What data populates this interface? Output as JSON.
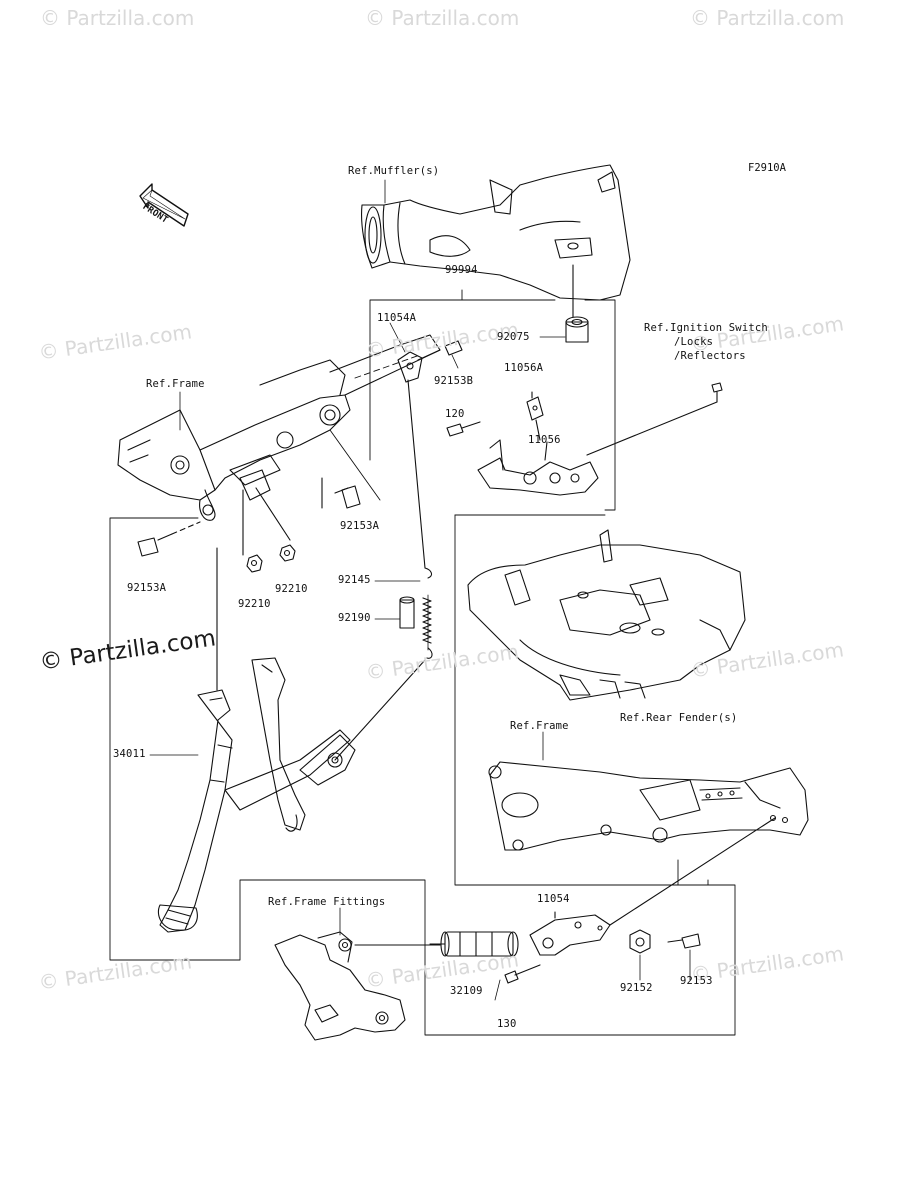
{
  "diagram_code": "F2910A",
  "front_arrow_label": "FRONT",
  "watermark_text": "© Partzilla.com",
  "watermark_center": "© Partzilla.com",
  "ref_labels": {
    "muffler": "Ref.Muffler(s)",
    "frame_upper": "Ref.Frame",
    "ignition_line1": "Ref.Ignition Switch",
    "ignition_line2": "/Locks",
    "ignition_line3": "/Reflectors",
    "rear_fender": "Ref.Rear Fender(s)",
    "frame_lower": "Ref.Frame",
    "frame_fittings": "Ref.Frame Fittings"
  },
  "parts": [
    "99994",
    "11054A",
    "92153B",
    "92075",
    "11056A",
    "120",
    "11056",
    "92153A",
    "92153A",
    "92210",
    "92210",
    "92145",
    "92190",
    "34011",
    "11054",
    "32109",
    "130",
    "92152",
    "92153"
  ]
}
